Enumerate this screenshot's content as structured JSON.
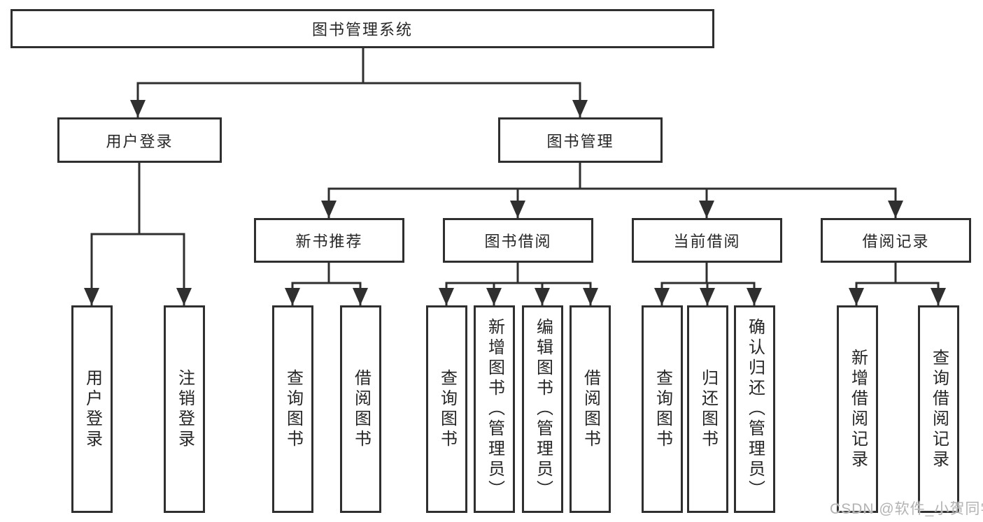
{
  "diagram": {
    "root_label": "图书管理系统",
    "user_branch": {
      "label": "用户登录",
      "children": [
        "用户登录",
        "注销登录"
      ]
    },
    "book_branch": {
      "label": "图书管理",
      "groups": [
        {
          "label": "新书推荐",
          "children": [
            "查询图书",
            "借阅图书"
          ]
        },
        {
          "label": "图书借阅",
          "children": [
            "查询图书",
            "新增图书（管理员）",
            "编辑图书（管理员）",
            "借阅图书"
          ]
        },
        {
          "label": "当前借阅",
          "children": [
            "查询图书",
            "归还图书",
            "确认归还（管理员）"
          ]
        },
        {
          "label": "借阅记录",
          "children": [
            "新增借阅记录",
            "查询借阅记录"
          ]
        }
      ]
    },
    "colors": {
      "line": "#2f2f2f",
      "box_border": "#2f2f2f",
      "text": "#262626",
      "background": "#ffffff",
      "watermark": "#b3b3b3"
    }
  },
  "watermark": {
    "text": "CSDN @软件_小贺同学"
  }
}
